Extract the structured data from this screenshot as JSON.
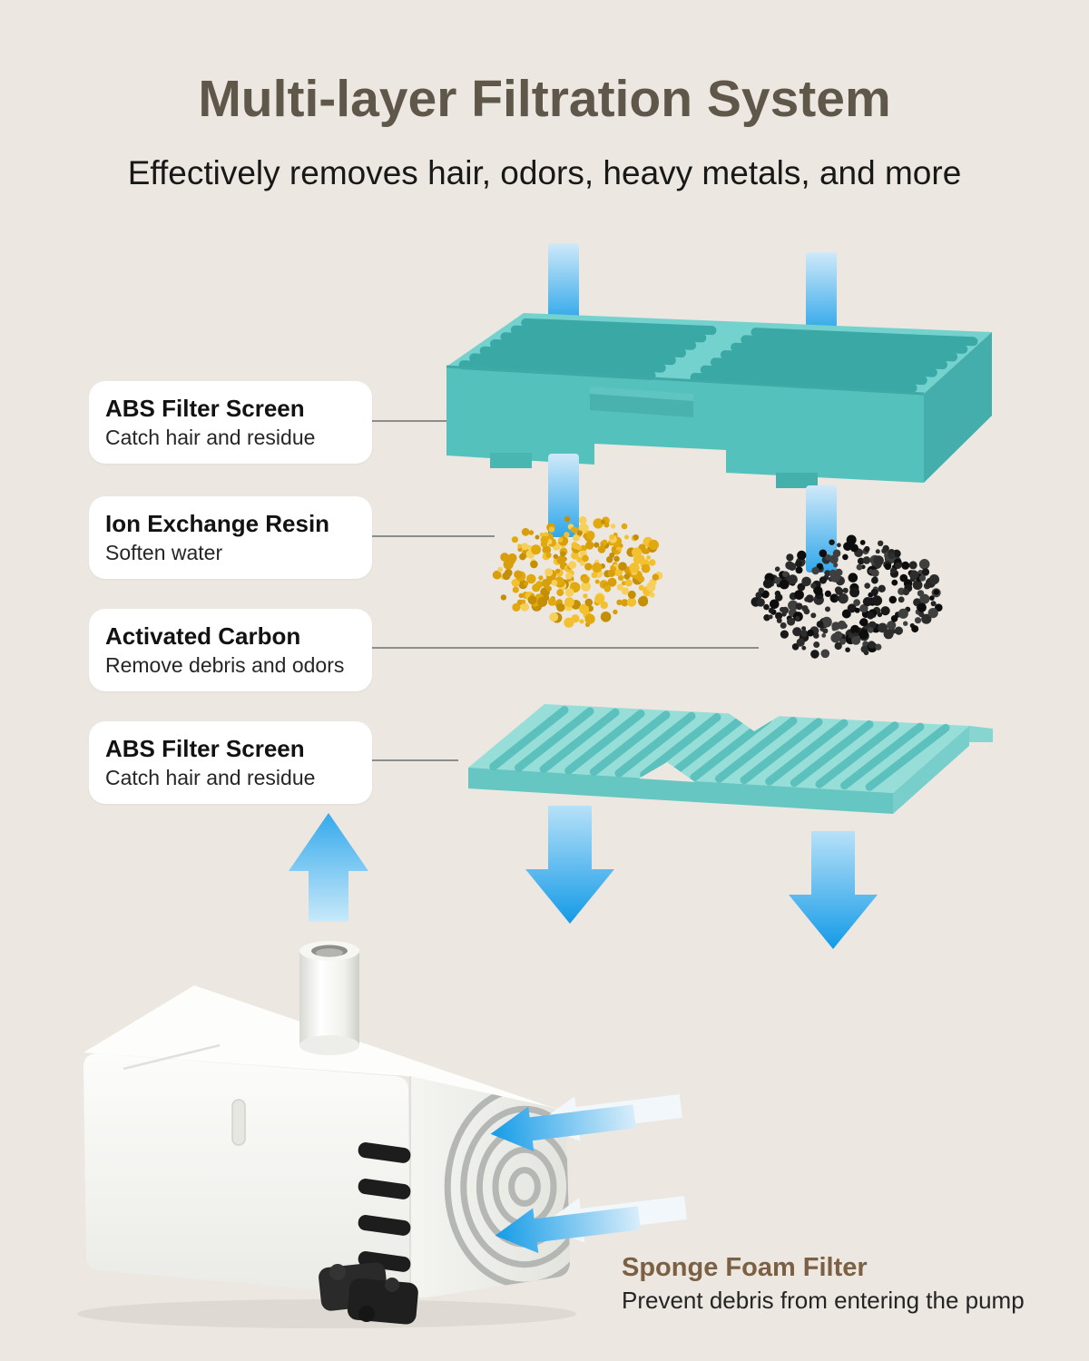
{
  "header": {
    "title": "Multi-layer Filtration System",
    "subtitle": "Effectively removes hair, odors, heavy metals, and more"
  },
  "callouts": [
    {
      "title": "ABS Filter Screen",
      "desc": "Catch hair and residue"
    },
    {
      "title": "Ion Exchange Resin",
      "desc": "Soften water"
    },
    {
      "title": "Activated Carbon",
      "desc": "Remove debris and odors"
    },
    {
      "title": "ABS Filter Screen",
      "desc": "Catch hair and residue"
    }
  ],
  "footnote": {
    "title": "Sponge Foam Filter",
    "desc": "Prevent debris from entering the pump"
  },
  "colors": {
    "background": "#ece7e0",
    "title_text": "#60574b",
    "body_text": "#181818",
    "card_bg": "#ffffff",
    "filter_box_teal": "#55c1bd",
    "filter_box_top": "#73d2ce",
    "plate_teal": "#97ded9",
    "slat_box": "#3aa8a5",
    "slat_plate": "#5cc1bd",
    "arrow_blue": "#2fa7ea",
    "arrow_blue_light": "#cfe9f9",
    "resin_yellow": "#e4ac12",
    "carbon_black": "#232323",
    "grille_arc": "#b4b7b3",
    "fin_black": "#1d1d1d",
    "footnote_title": "#7c6044",
    "connector_line": "#8d8d8d"
  },
  "bead_palettes": {
    "yellow": [
      "#f3c02f",
      "#e2a90e",
      "#c28f07",
      "#f7d05c",
      "#d99e0b"
    ],
    "black": [
      "#2d2d2d",
      "#191919",
      "#3f3f3f",
      "#0d0d0d",
      "#262626"
    ]
  }
}
